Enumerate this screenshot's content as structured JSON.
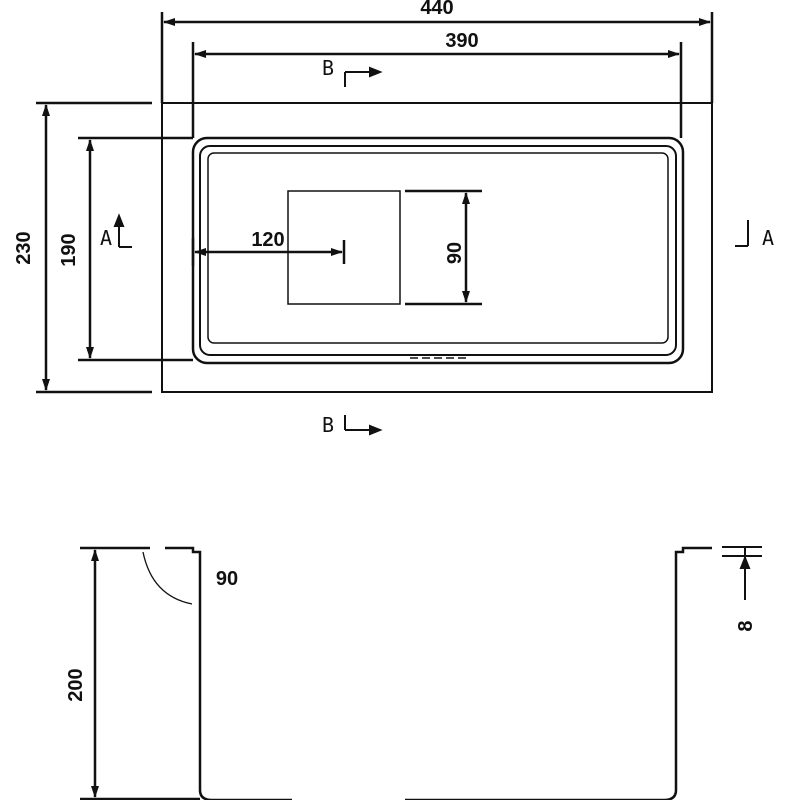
{
  "dimensions": {
    "overall_length": "440",
    "inner_length": "390",
    "overall_width": "230",
    "inner_width": "190",
    "drain_offset": "120",
    "drain_size": "90",
    "depth": "200",
    "wall_angle": "90",
    "rim_thickness": "8"
  },
  "sections": {
    "a_left": "A",
    "a_right": "A",
    "b_top": "B",
    "b_bottom": "B"
  },
  "colors": {
    "line": "#111111",
    "background": "#ffffff"
  }
}
